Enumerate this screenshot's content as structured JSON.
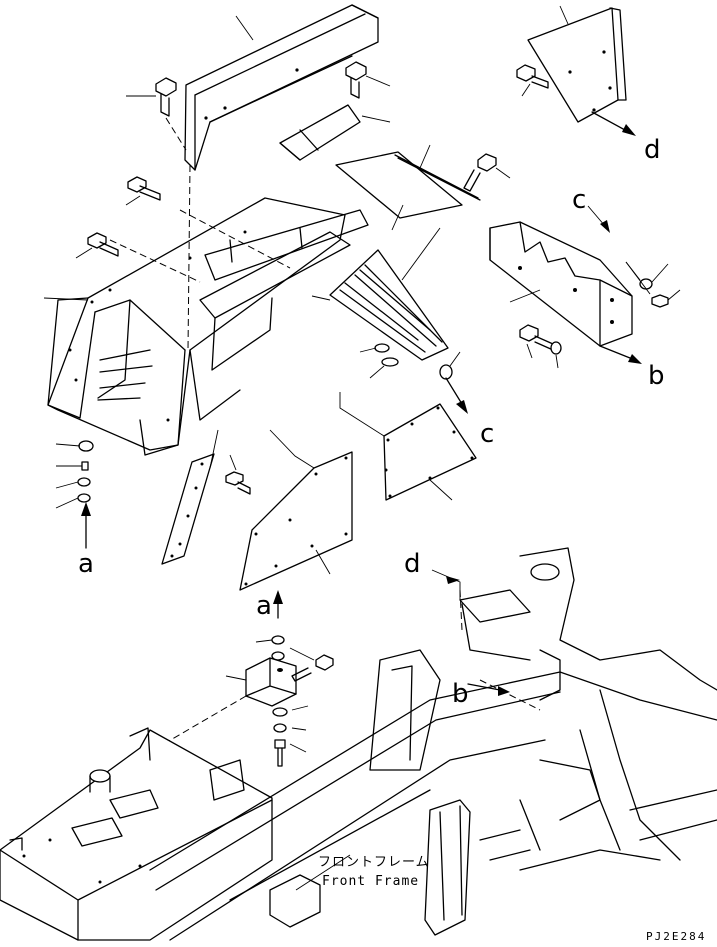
{
  "diagram": {
    "callouts": {
      "a_lower": "a",
      "a_upper": "a",
      "b_right": "b",
      "b_frame": "b",
      "c_right": "c",
      "c_upper": "c",
      "d_top": "d",
      "d_frame": "d"
    },
    "frame_label": {
      "japanese": "フロントフレーム",
      "english": "Front Frame"
    },
    "drawing_code": "PJ2E284"
  }
}
